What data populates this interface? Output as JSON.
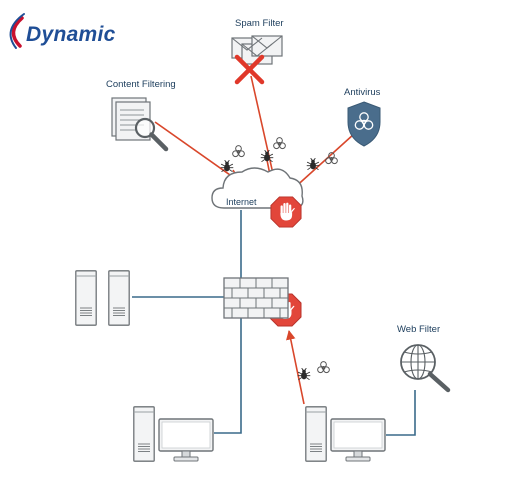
{
  "logo": {
    "text": "Dynamic",
    "color": "#1f4e96",
    "accent": "#c8102e"
  },
  "labels": {
    "spam_filter": "Spam Filter",
    "content_filtering": "Content Filtering",
    "antivirus": "Antivirus",
    "internet": "Internet",
    "web_filter": "Web Filter"
  },
  "colors": {
    "line": "#3a6a8a",
    "threat_arrow": "#d9472b",
    "stop_sign": "#e2463a",
    "icon_gray": "#6f7478",
    "shield": "#4a6d8c"
  },
  "icons": {
    "spam": "envelope-stack-with-red-x-icon",
    "content": "document-magnifier-icon",
    "antivirus": "biohazard-shield-icon",
    "internet": "cloud-icon",
    "stop": "stop-hand-icon",
    "firewall": "brick-wall-icon",
    "servers": "server-tower-icon",
    "pc": "desktop-computer-icon",
    "web": "globe-magnifier-icon",
    "bug": "bug-icon",
    "biohazard": "biohazard-icon"
  }
}
